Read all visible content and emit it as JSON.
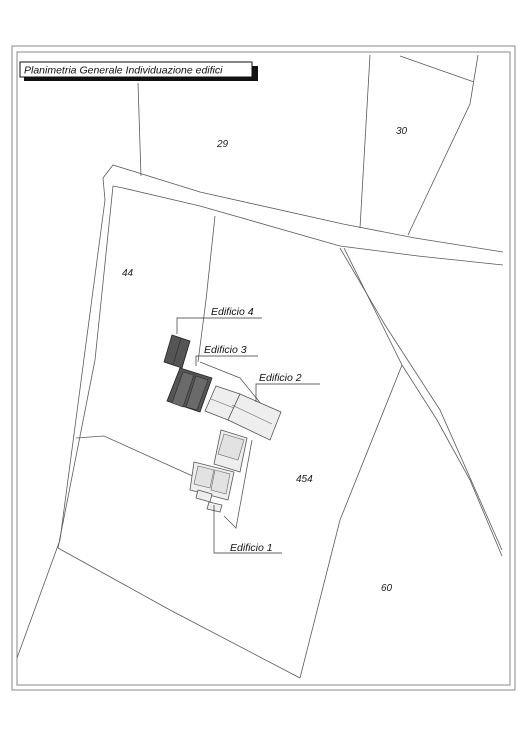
{
  "title": "Planimetria Generale Individuazione edifici",
  "parcels": [
    {
      "id": "p29",
      "label": "29"
    },
    {
      "id": "p30",
      "label": "30"
    },
    {
      "id": "p44",
      "label": "44"
    },
    {
      "id": "p454",
      "label": "454"
    },
    {
      "id": "p60",
      "label": "60"
    }
  ],
  "buildings": [
    {
      "id": "edificio-1",
      "label": "Edificio 1",
      "fill": "#eeeeee"
    },
    {
      "id": "edificio-2",
      "label": "Edificio 2",
      "fill": "#eeeeee"
    },
    {
      "id": "edificio-3",
      "label": "Edificio 3",
      "fill": "#555555"
    },
    {
      "id": "edificio-4",
      "label": "Edificio 4",
      "fill": "#555555"
    }
  ],
  "colors": {
    "line": "#5a5a5a",
    "frame": "#8a8a8a",
    "dark_building": "#555555",
    "light_building": "#eeeeee"
  }
}
